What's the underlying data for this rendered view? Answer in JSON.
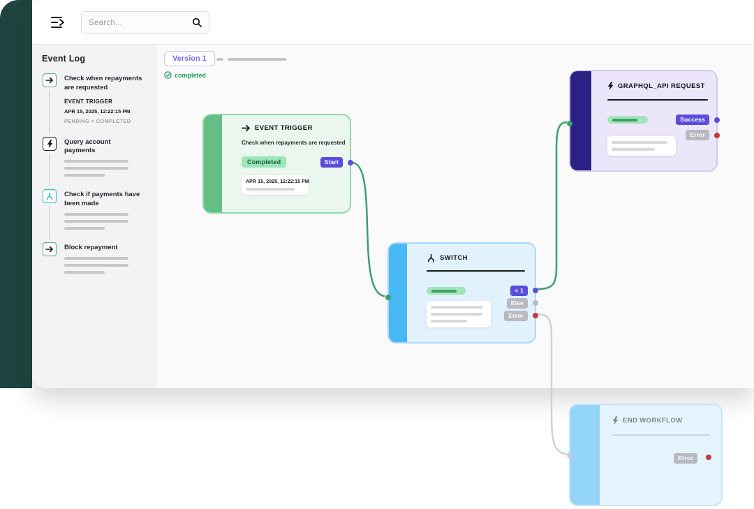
{
  "header": {
    "search_placeholder": "Search..."
  },
  "sidebar": {
    "title": "Event Log",
    "items": [
      {
        "icon": "arrow-right-icon",
        "title": "Check when repayments are requested",
        "event_type": "EVENT TRIGGER",
        "timestamp": "APR 15, 2025, 12:22:15 PM",
        "status": "PENDING > COMPLETED"
      },
      {
        "icon": "bolt-icon",
        "title": "Query account payments"
      },
      {
        "icon": "branch-icon",
        "title": "Check if payments have been made"
      },
      {
        "icon": "arrow-right-icon",
        "title": "Block repayment"
      }
    ]
  },
  "canvas": {
    "version_label": "Version 1",
    "status_label": "completed"
  },
  "nodes": {
    "event_trigger": {
      "icon": "arrow-right-icon",
      "title": "EVENT TRIGGER",
      "subtitle": "Check when repayments are requested",
      "status_badge": "Completed",
      "port_start": "Start",
      "timestamp": "APR 15, 2025, 12:22:15 PM"
    },
    "graphql": {
      "icon": "bolt-icon",
      "title": "GRAPHQL_API REQUEST",
      "port_success": "Success",
      "port_error": "Error"
    },
    "switch": {
      "icon": "branch-icon",
      "title": "SWITCH",
      "port_lt1": "< 1",
      "port_else": "Else",
      "port_error": "Error"
    },
    "end_workflow": {
      "icon": "bolt-icon",
      "title": "END WORKFLOW",
      "port_error": "Error"
    }
  },
  "icons": {
    "menu-icon": "hamburger-with-arrow",
    "search-icon": "magnifier",
    "check-circle-icon": "check-in-circle",
    "arrow-right-icon": "arrow-right",
    "bolt-icon": "lightning-bolt",
    "branch-icon": "split-branch"
  },
  "colors": {
    "rail_teal": "#1e443f",
    "accent_purple": "#5b4ddb",
    "flow_green": "#3aa169",
    "node_green_stripe": "#63bf86",
    "node_blue_stripe": "#49b8f7",
    "node_indigo_stripe": "#2a2184",
    "node_lightblue_stripe": "#93d5f9",
    "error_red": "#c23b3b",
    "completed_green": "#1f9d5b"
  }
}
